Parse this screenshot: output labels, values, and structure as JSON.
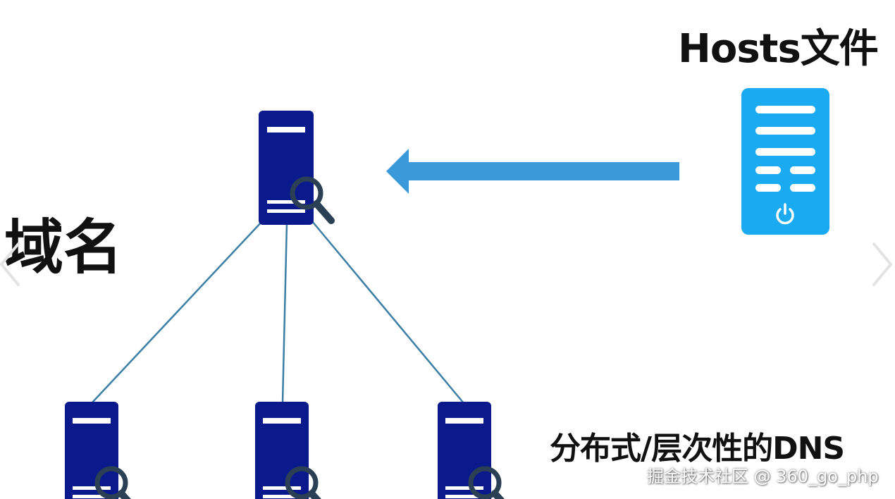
{
  "labels": {
    "hosts_file": "Hosts文件",
    "domain": "域名",
    "distributed_dns": "分布式/层次性的DNS"
  },
  "watermark": "掘金技术社区 @ 360_go_php",
  "colors": {
    "server_blue": "#0a1a8c",
    "hosts_blue": "#19aaf2",
    "arrow_blue": "#3a9ad9",
    "connector": "#3c7fa6",
    "text": "#111111"
  },
  "icons": {
    "server": "server-icon",
    "search": "magnifier-icon",
    "hosts": "hosts-file-server-icon",
    "power": "power-icon",
    "arrow": "left-arrow"
  },
  "navigation": {
    "prev": "chevron-left-icon",
    "next": "chevron-right-icon"
  }
}
